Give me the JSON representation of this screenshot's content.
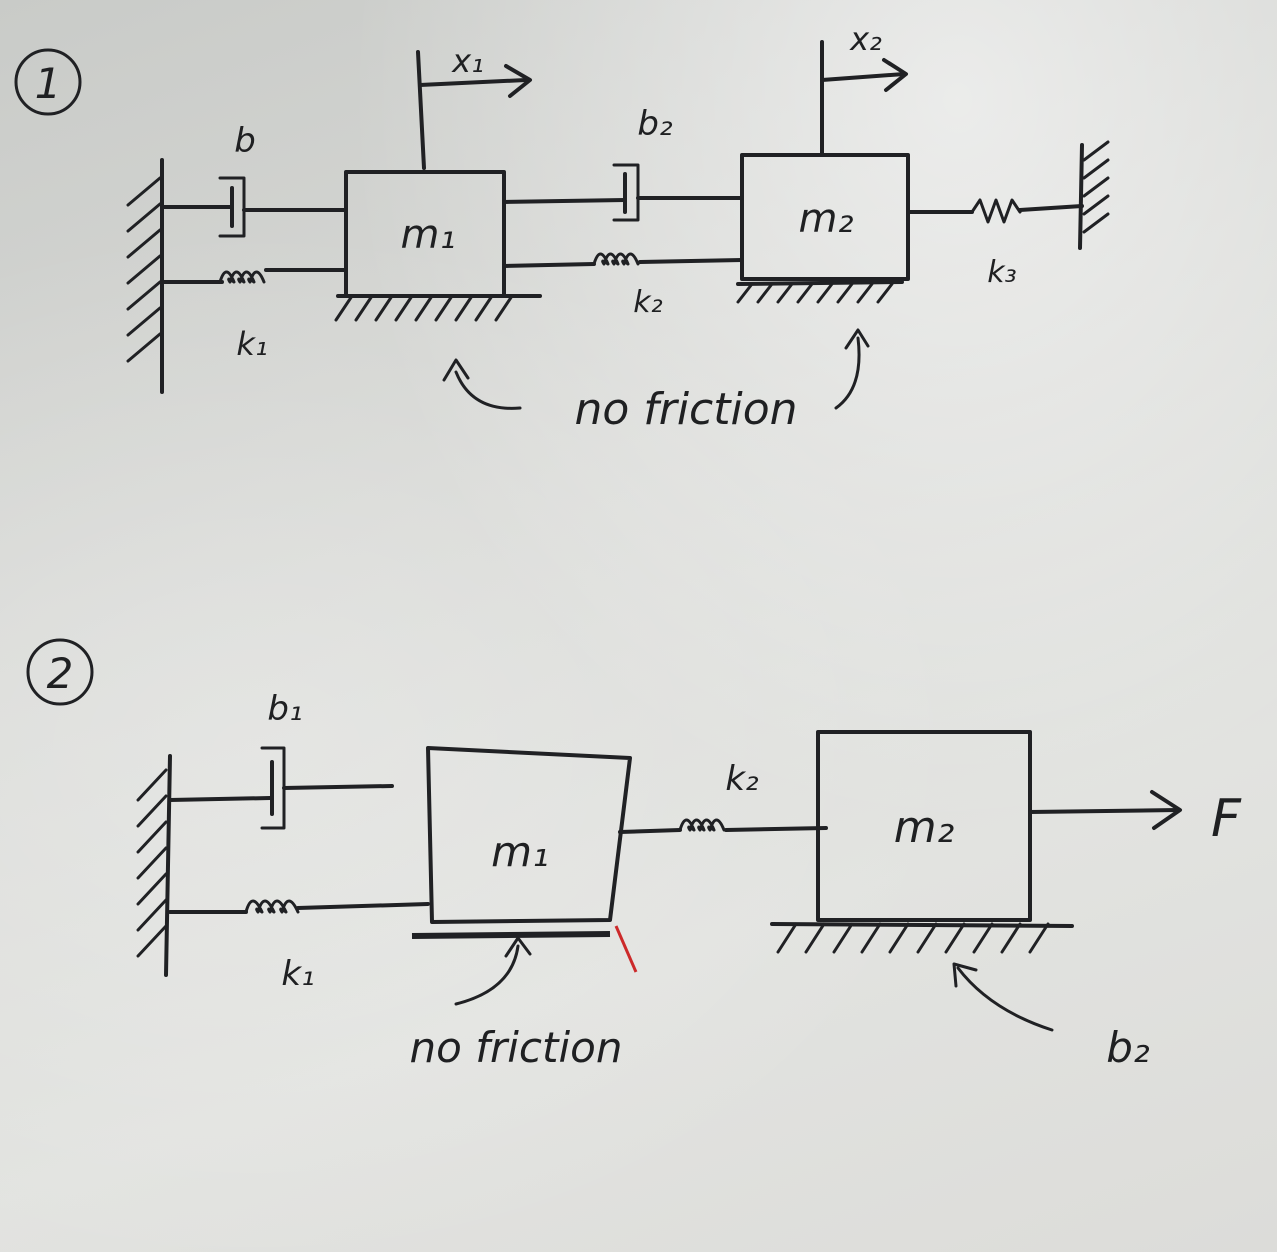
{
  "problem1": {
    "number": "1",
    "labels": {
      "b": "b",
      "k1": "k₁",
      "m1": "m₁",
      "x1": "x₁",
      "b2": "b₂",
      "k2": "k₂",
      "m2": "m₂",
      "x2": "x₂",
      "k3": "k₃",
      "note": "no friction"
    }
  },
  "problem2": {
    "number": "2",
    "labels": {
      "b1": "b₁",
      "k1": "k₁",
      "m1": "m₁",
      "k2": "k₂",
      "m2": "m₂",
      "force": "F",
      "note": "no friction",
      "b2": "b₂"
    }
  }
}
